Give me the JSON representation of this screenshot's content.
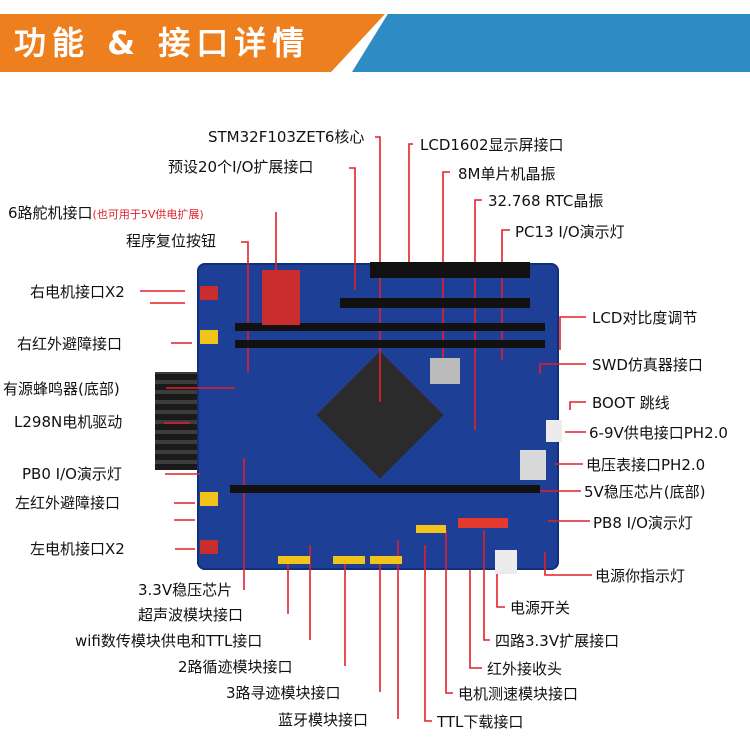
{
  "banner": {
    "title": "功能 & 接口详情",
    "colors": {
      "left": "#ee7f1f",
      "right": "#2f8bc4"
    }
  },
  "board": {
    "colors": {
      "pcb": "#1e3f96",
      "leader_line": "#e2202a"
    }
  },
  "labels": {
    "core": "STM32F103ZET6核心",
    "io_expansion": "预设20个I/O扩展接口",
    "servo_port": "6路舵机接口",
    "servo_note": "(也可用于5V供电扩展)",
    "reset_button": "程序复位按钮",
    "right_motor": "右电机接口X2",
    "right_ir_avoid": "右红外避障接口",
    "buzzer": "有源蜂鸣器(底部)",
    "l298n": "L298N电机驱动",
    "pb0_led": "PB0 I/O演示灯",
    "left_ir_avoid": "左红外避障接口",
    "left_motor": "左电机接口X2",
    "reg_3v3": "3.3V稳压芯片",
    "ultrasonic": "超声波模块接口",
    "wifi_ttl": "wifi数传模块供电和TTL接口",
    "line_2": "2路循迹模块接口",
    "line_3": "3路寻迹模块接口",
    "bluetooth": "蓝牙模块接口",
    "lcd1602": "LCD1602显示屏接口",
    "crystal_8m": "8M单片机晶振",
    "crystal_rtc": "32.768 RTC晶振",
    "pc13_led": "PC13 I/O演示灯",
    "lcd_contrast": "LCD对比度调节",
    "swd": "SWD仿真器接口",
    "boot_jumper": "BOOT 跳线",
    "power_6_9v": "6-9V供电接口PH2.0",
    "voltmeter": "电压表接口PH2.0",
    "reg_5v": "5V稳压芯片(底部)",
    "pb8_led": "PB8 I/O演示灯",
    "power_led": "电源你指示灯",
    "power_switch": "电源开关",
    "expansion_3v3": "四路3.3V扩展接口",
    "ir_receiver": "红外接收头",
    "motor_speed": "电机测速模块接口",
    "ttl_download": "TTL下载接口"
  }
}
